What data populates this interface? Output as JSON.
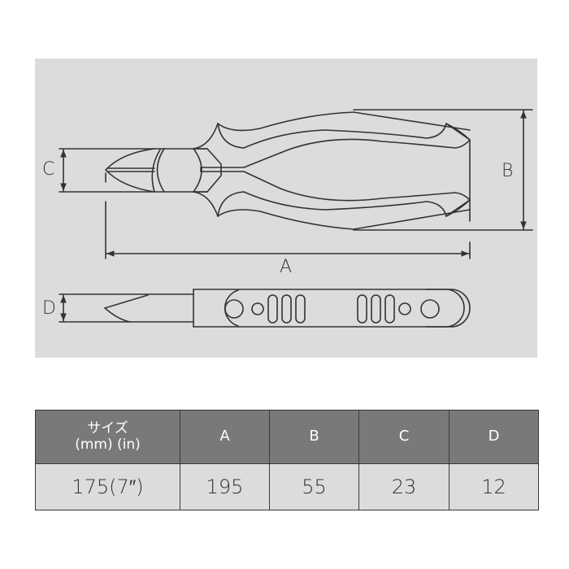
{
  "diagram": {
    "title": "Diagonal cutting pliers dimension drawing",
    "background_color": "#dcdcdc",
    "line_color": "#333333",
    "dimension_labels": {
      "A": "A",
      "B": "B",
      "C": "C",
      "D": "D"
    },
    "views": [
      "top view",
      "side view"
    ]
  },
  "spec_table": {
    "header_bg": "#7a7879",
    "body_bg": "#dcdcdc",
    "headers": {
      "size_line1": "サイズ",
      "size_line2": "(mm) (in)",
      "a": "A",
      "b": "B",
      "c": "C",
      "d": "D"
    },
    "rows": [
      {
        "size": "175(7″)",
        "a": "195",
        "b": "55",
        "c": "23",
        "d": "12"
      }
    ]
  }
}
